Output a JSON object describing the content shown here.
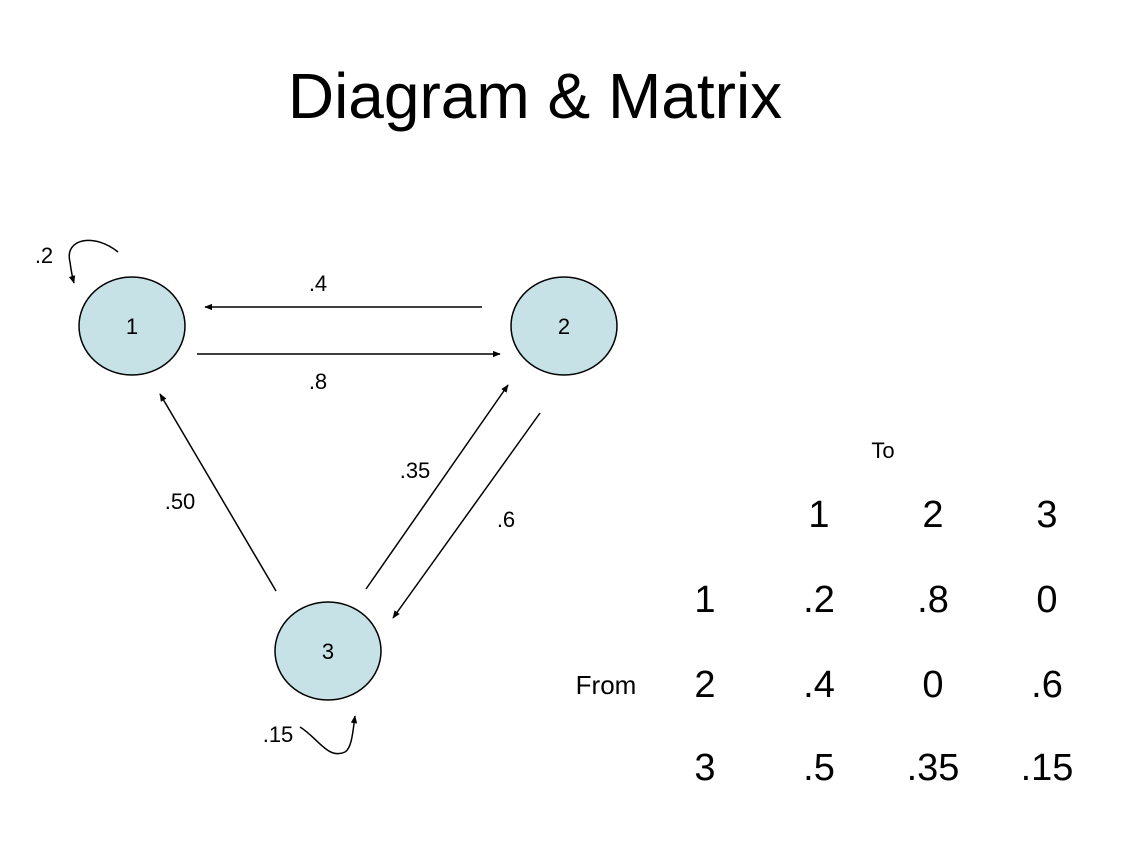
{
  "title": "Diagram & Matrix",
  "colors": {
    "node_fill": "#c6e2e6",
    "node_stroke": "#000000",
    "line": "#000000"
  },
  "diagram": {
    "nodes": [
      {
        "id": "1",
        "label": "1"
      },
      {
        "id": "2",
        "label": "2"
      },
      {
        "id": "3",
        "label": "3"
      }
    ],
    "edges": [
      {
        "from": "1",
        "to": "1",
        "label": ".2"
      },
      {
        "from": "2",
        "to": "1",
        "label": ".4"
      },
      {
        "from": "1",
        "to": "2",
        "label": ".8"
      },
      {
        "from": "3",
        "to": "1",
        "label": ".50"
      },
      {
        "from": "3",
        "to": "2",
        "label": ".35"
      },
      {
        "from": "2",
        "to": "3",
        "label": ".6"
      },
      {
        "from": "3",
        "to": "3",
        "label": ".15"
      }
    ]
  },
  "matrix": {
    "to_label": "To",
    "from_label": "From",
    "column_headers": [
      "1",
      "2",
      "3"
    ],
    "rows": [
      {
        "label": "1",
        "values": [
          ".2",
          ".8",
          "0"
        ]
      },
      {
        "label": "2",
        "values": [
          ".4",
          "0",
          ".6"
        ]
      },
      {
        "label": "3",
        "values": [
          ".5",
          ".35",
          ".15"
        ]
      }
    ]
  }
}
